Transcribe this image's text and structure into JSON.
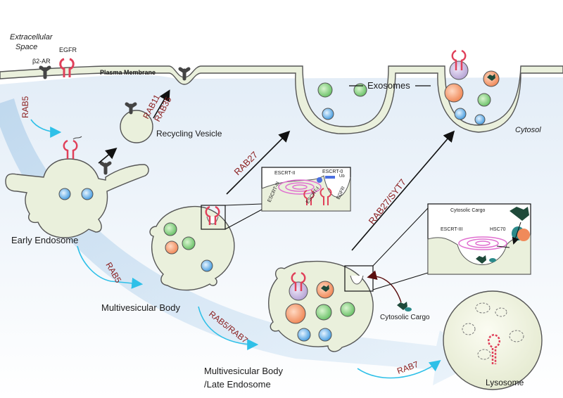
{
  "labels": {
    "extracellular_line1": "Extracellular",
    "extracellular_line2": "Space",
    "b2ar": "β2-AR",
    "egfr": "EGFR",
    "plasma_membrane": "Plasma Membrane",
    "exosomes": "Exosomes",
    "cytosol": "Cytosol",
    "recycling_vesicle": "Recycling Vesicle",
    "early_endosome": "Early Endosome",
    "mvb": "Multivesicular Body",
    "mvb_late_line1": "Multivesicular Body",
    "mvb_late_line2": "/Late Endosome",
    "lysosome": "Lysosome",
    "cytosolic_cargo": "Cytosolic Cargo",
    "inset1_escrt2_left": "ESCRT-II",
    "inset1_escrt3": "ESCRT-III",
    "inset1_escrt1": "ESCRT-I",
    "inset1_escrt0": "ESCRT-0",
    "inset1_ub": "Ub",
    "inset1_egfr": "EGFR",
    "inset2_cargo": "Cytosolic Cargo",
    "inset2_escrt3": "ESCRT-III",
    "inset2_hsc70": "HSC70"
  },
  "rab": {
    "rab5_top": "RAB5",
    "rab11": "RAB11",
    "rab35": "RAB35",
    "rab27": "RAB27",
    "rab27_syt7": "RAB27/SYT7",
    "rab5_mid": "RAB5",
    "rab5_rab7": "RAB5/RAB7",
    "rab7": "RAB7"
  },
  "colors": {
    "compartment_fill": "#eaf0dc",
    "membrane": "#555555",
    "vesicle_green": "#6cc26a",
    "vesicle_blue": "#4a9ee0",
    "vesicle_orange": "#f08a5a",
    "vesicle_purple": "#b8a6d6",
    "receptor": "#e0405a",
    "rab_text": "#8a1c1c",
    "arrow_cyan": "#2ec0e8",
    "escrt_pink": "#e070d0"
  }
}
